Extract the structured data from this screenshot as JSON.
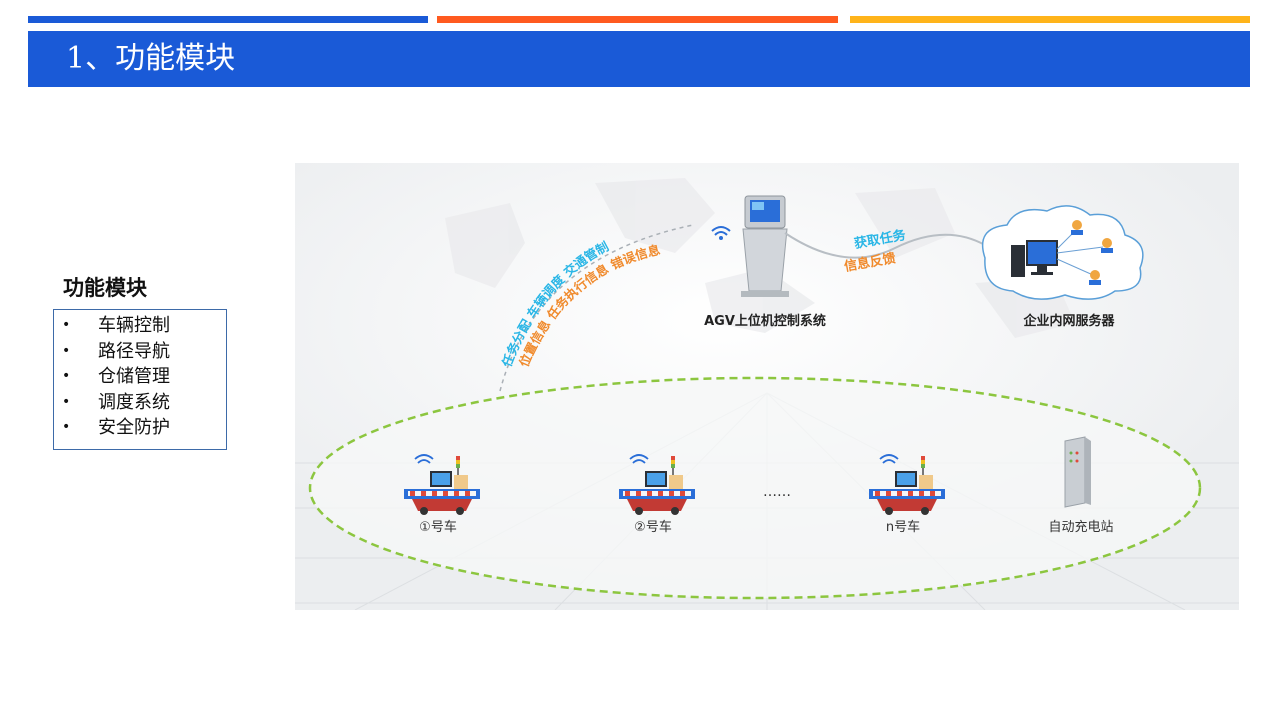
{
  "header": {
    "title": "1、功能模块",
    "stripe_colors": [
      "#1a5ad7",
      "#ff5a1f",
      "#ffb41a"
    ],
    "bar_color": "#1a5ad7"
  },
  "modules": {
    "heading": "功能模块",
    "items": [
      "车辆控制",
      "路径导航",
      "仓储管理",
      "调度系统",
      "安全防护"
    ]
  },
  "diagram": {
    "control_system_label": "AGV上位机控制系统",
    "server_label": "企业内网服务器",
    "arc_outer_labels": [
      "任务分配",
      "车辆调度",
      "交通管制"
    ],
    "arc_inner_labels": [
      "位置信息",
      "任务执行信息",
      "错误信息"
    ],
    "server_link_labels": [
      "获取任务",
      "信息反馈"
    ],
    "vehicles": [
      "①号车",
      "②号车",
      "n号车"
    ],
    "ellipsis": "……",
    "charging_station": "自动充电站",
    "colors": {
      "cyan": "#2ab6e6",
      "orange": "#f08a2c",
      "dash_green": "#8cc63f"
    }
  }
}
